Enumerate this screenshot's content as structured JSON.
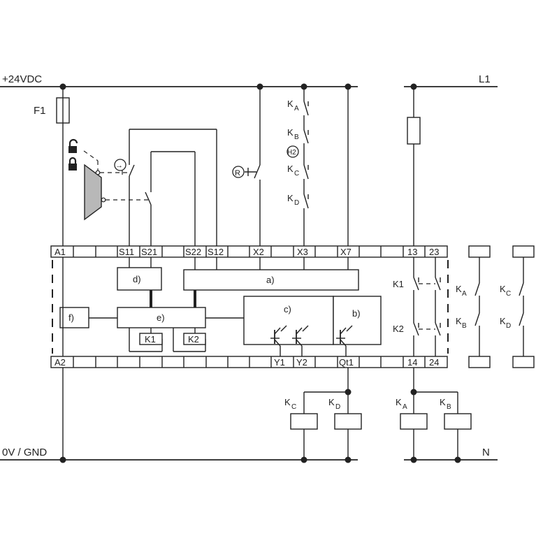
{
  "rails": {
    "supply_top": "+24VDC",
    "supply_bottom": "0V / GND",
    "line": "L1",
    "neutral": "N"
  },
  "fuse": "F1",
  "terminals_top": [
    "A1",
    "S11",
    "S21",
    "S22",
    "S12",
    "X2",
    "X3",
    "X7",
    "13",
    "23"
  ],
  "terminals_bottom": [
    "A2",
    "Y1",
    "Y2",
    "Qt1",
    "14",
    "24"
  ],
  "blocks": {
    "a": "a)",
    "b": "b)",
    "c": "c)",
    "d": "d)",
    "e": "e)",
    "f": "f)"
  },
  "relays": {
    "k1": "K1",
    "k2": "K2"
  },
  "contactors": {
    "ka": {
      "letter": "K",
      "sub": "A"
    },
    "kb": {
      "letter": "K",
      "sub": "B"
    },
    "kc": {
      "letter": "K",
      "sub": "C"
    },
    "kd": {
      "letter": "K",
      "sub": "D"
    }
  },
  "indicators": {
    "reset": "R",
    "lamp": "H2",
    "door": "→"
  }
}
